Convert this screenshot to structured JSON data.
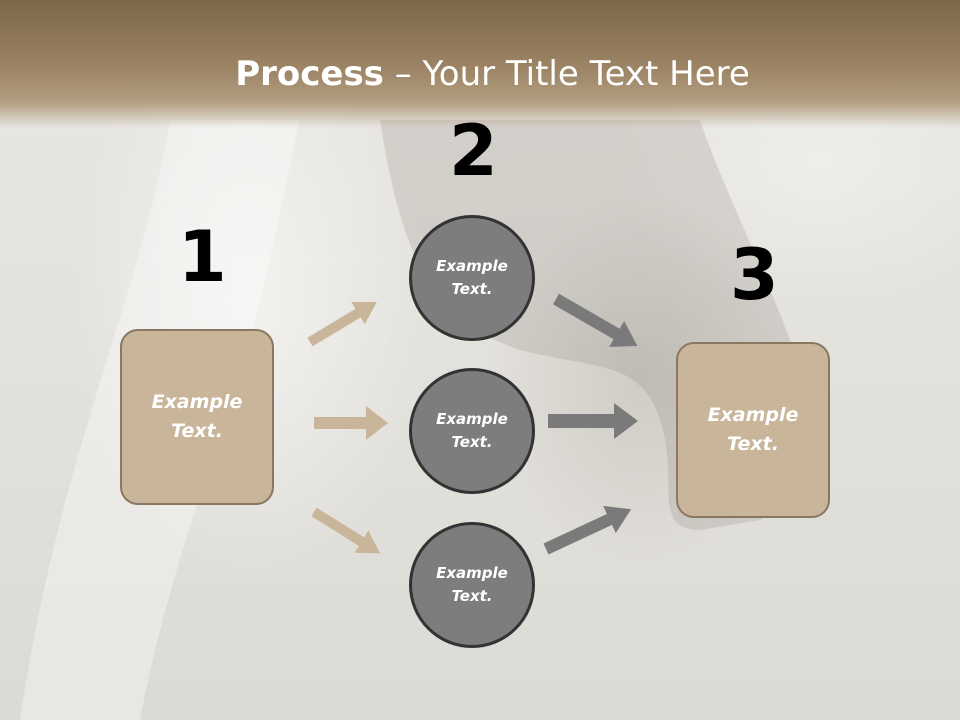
{
  "slide": {
    "title_bold": "Process",
    "title_rest": " – Your Title Text Here"
  },
  "steps": {
    "one": {
      "number": "1",
      "text": "Example Text."
    },
    "two": {
      "number": "2"
    },
    "three": {
      "number": "3",
      "text": "Example Text."
    }
  },
  "circles": [
    {
      "text": "Example Text."
    },
    {
      "text": "Example Text."
    },
    {
      "text": "Example Text."
    }
  ],
  "colors": {
    "title_bar": "#9d8566",
    "box_fill": "#c9b59a",
    "circle_fill": "#7d7d7d",
    "left_arrow": "#c9b59a",
    "right_arrow": "#7a7a7a"
  }
}
